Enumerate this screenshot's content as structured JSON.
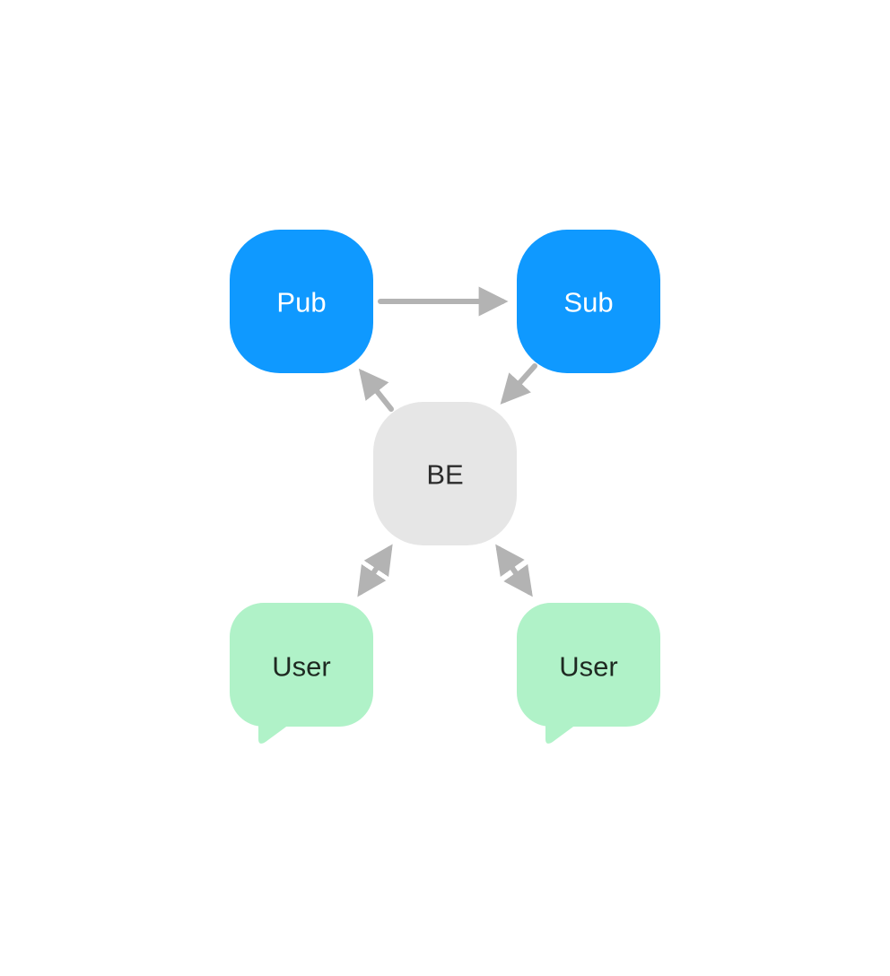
{
  "diagram": {
    "colors": {
      "background": "#ffffff",
      "pubsub_fill": "#0f99ff",
      "pubsub_text": "#ffffff",
      "backend_fill": "#e6e6e6",
      "backend_text": "#2b2b2b",
      "user_fill": "#b0f2c8",
      "user_text": "#1f2a22",
      "arrow": "#b3b3b3"
    },
    "nodes": {
      "pub": {
        "label": "Pub"
      },
      "sub": {
        "label": "Sub"
      },
      "backend": {
        "label": "BE"
      },
      "user_left": {
        "label": "User"
      },
      "user_right": {
        "label": "User"
      }
    },
    "edges": [
      {
        "from": "Pub",
        "to": "Sub",
        "direction": "one-way"
      },
      {
        "from": "Sub",
        "to": "BE",
        "direction": "one-way"
      },
      {
        "from": "BE",
        "to": "Pub",
        "direction": "one-way"
      },
      {
        "from": "BE",
        "to": "User",
        "direction": "two-way"
      },
      {
        "from": "BE",
        "to": "User",
        "direction": "two-way"
      }
    ]
  }
}
